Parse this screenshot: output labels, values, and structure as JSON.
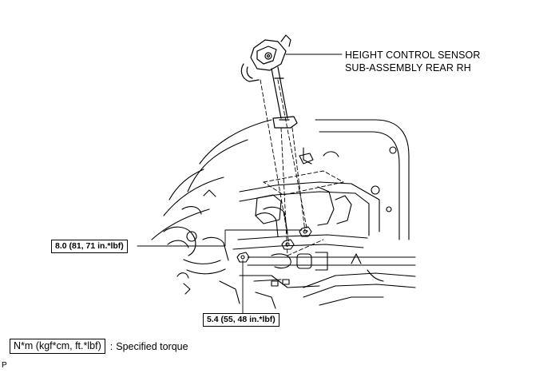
{
  "part_label": {
    "line1": "HEIGHT CONTROL SENSOR",
    "line2": "SUB-ASSEMBLY REAR RH"
  },
  "torque_specs": [
    {
      "value": "8.0 (81, 71 in.*lbf)"
    },
    {
      "value": "5.4 (55, 48 in.*lbf)"
    }
  ],
  "legend": {
    "units": "N*m (kgf*cm, ft.*lbf)",
    "separator": ":",
    "description": "Specified torque"
  },
  "footer_code": "P"
}
